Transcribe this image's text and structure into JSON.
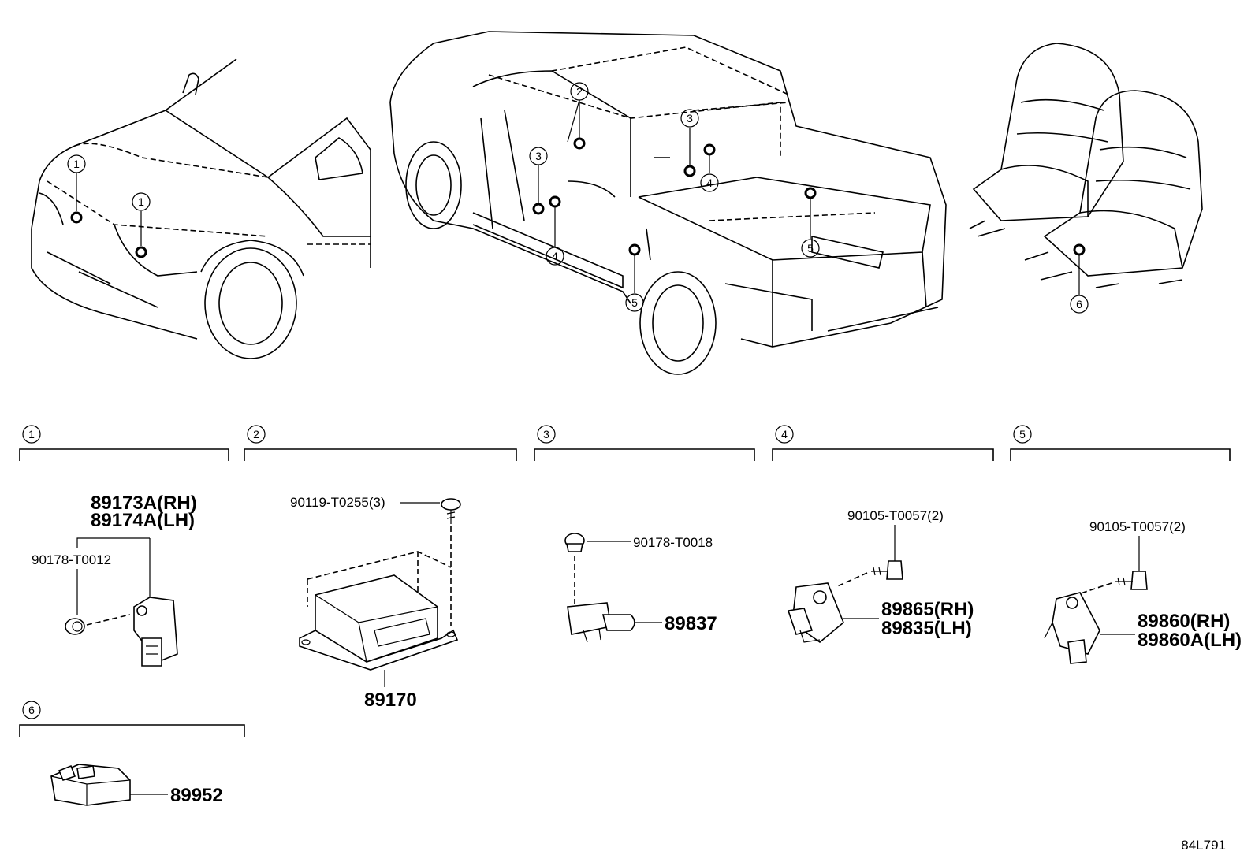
{
  "markers": {
    "m1": "1",
    "m2": "2",
    "m3": "3",
    "m4": "4",
    "m5": "5",
    "m6": "6"
  },
  "parts": {
    "p89173A": "89173A(RH)",
    "p89174A": "89174A(LH)",
    "p90178_T0012": "90178-T0012",
    "p90119_T0255": "90119-T0255(3)",
    "p89170": "89170",
    "p90178_T0018": "90178-T0018",
    "p89837": "89837",
    "p90105_T0057_a": "90105-T0057(2)",
    "p89865": "89865(RH)",
    "p89835": "89835(LH)",
    "p90105_T0057_b": "90105-T0057(2)",
    "p89860": "89860(RH)",
    "p89860A": "89860A(LH)",
    "p89952": "89952"
  },
  "diagram_code": "84L791"
}
